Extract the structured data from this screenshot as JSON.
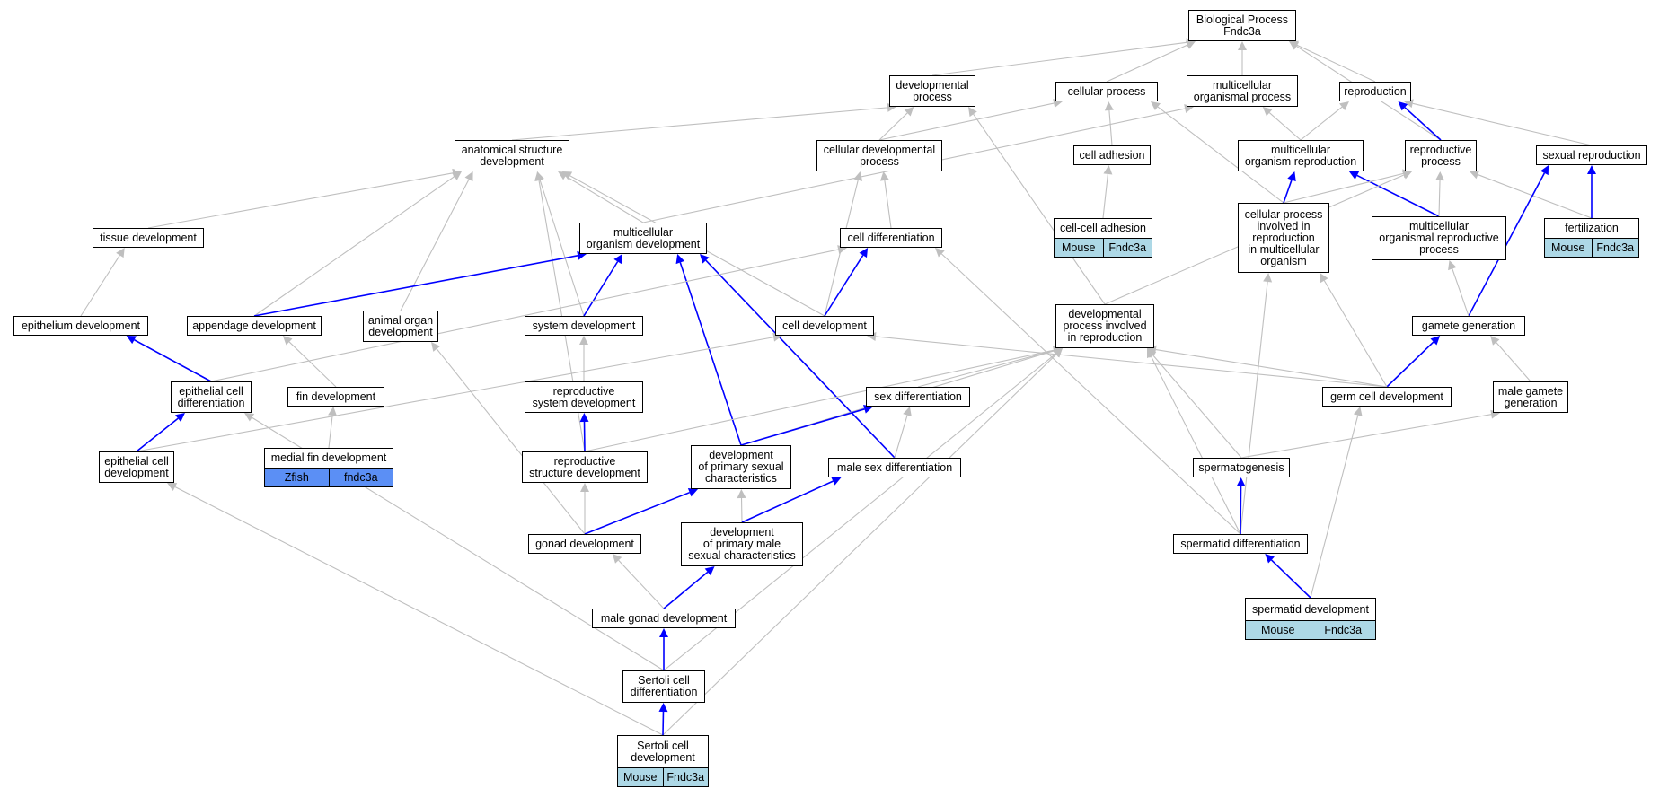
{
  "colors": {
    "is_a_edge": "#bfbfbf",
    "highlight_edge": "#0000ff",
    "mouse_annotation": "#add8e6",
    "zfish_annotation": "#5b8ff5"
  },
  "nodes": {
    "bp": {
      "label": "Biological Process\nFndc3a"
    },
    "dev_proc": {
      "label": "developmental\nprocess"
    },
    "cell_proc": {
      "label": "cellular process"
    },
    "multi_org_proc": {
      "label": "multicellular\norganismal process"
    },
    "reproduction": {
      "label": "reproduction"
    },
    "anat_struct_dev": {
      "label": "anatomical structure\ndevelopment"
    },
    "cell_dev_proc": {
      "label": "cellular developmental\nprocess"
    },
    "cell_adhesion": {
      "label": "cell adhesion"
    },
    "multi_org_repro": {
      "label": "multicellular\norganism reproduction"
    },
    "repro_proc": {
      "label": "reproductive\nprocess"
    },
    "sexual_repro": {
      "label": "sexual reproduction"
    },
    "tissue_dev": {
      "label": "tissue development"
    },
    "multi_org_dev": {
      "label": "multicellular\norganism development"
    },
    "cell_diff": {
      "label": "cell differentiation"
    },
    "cc_adhesion": {
      "label": "cell-cell adhesion",
      "ann": [
        "Mouse",
        "Fndc3a"
      ]
    },
    "cell_proc_repro": {
      "label": "cellular process\ninvolved in\nreproduction\nin multicellular\norganism"
    },
    "multi_org_repro_proc": {
      "label": "multicellular\norganismal reproductive\nprocess"
    },
    "fertilization": {
      "label": "fertilization",
      "ann": [
        "Mouse",
        "Fndc3a"
      ]
    },
    "epith_dev": {
      "label": "epithelium development"
    },
    "append_dev": {
      "label": "appendage development"
    },
    "animal_organ_dev": {
      "label": "animal organ\ndevelopment"
    },
    "system_dev": {
      "label": "system development"
    },
    "cell_dev": {
      "label": "cell development"
    },
    "dev_proc_repro": {
      "label": "developmental\nprocess involved\nin reproduction"
    },
    "gamete_gen": {
      "label": "gamete generation"
    },
    "epith_cell_diff": {
      "label": "epithelial cell\ndifferentiation"
    },
    "fin_dev": {
      "label": "fin development"
    },
    "repro_sys_dev": {
      "label": "reproductive\nsystem development"
    },
    "sex_diff": {
      "label": "sex differentiation"
    },
    "germ_cell_dev": {
      "label": "germ cell development"
    },
    "male_gamete_gen": {
      "label": "male gamete\ngeneration"
    },
    "medial_fin_dev": {
      "label": "medial fin development",
      "ann": [
        "Zfish",
        "fndc3a"
      ],
      "ann_style": "zfish"
    },
    "epith_cell_dev": {
      "label": "epithelial cell\ndevelopment"
    },
    "repro_struct_dev": {
      "label": "reproductive\nstructure development"
    },
    "dev_primary_sex": {
      "label": "development\nof primary sexual\ncharacteristics"
    },
    "male_sex_diff": {
      "label": "male sex differentiation"
    },
    "spermatogenesis": {
      "label": "spermatogenesis"
    },
    "gonad_dev": {
      "label": "gonad development"
    },
    "dev_primary_male": {
      "label": "development\nof primary male\nsexual characteristics"
    },
    "spermatid_diff": {
      "label": "spermatid differentiation"
    },
    "spermatid_dev": {
      "label": "spermatid development",
      "ann": [
        "Mouse",
        "Fndc3a"
      ]
    },
    "male_gonad_dev": {
      "label": "male gonad development"
    },
    "sertoli_diff": {
      "label": "Sertoli cell\ndifferentiation"
    },
    "sertoli_dev": {
      "label": "Sertoli cell\ndevelopment",
      "ann": [
        "Mouse",
        "Fndc3a"
      ]
    }
  },
  "edges": [
    [
      "dev_proc",
      "bp",
      0
    ],
    [
      "cell_proc",
      "bp",
      0
    ],
    [
      "multi_org_proc",
      "bp",
      0
    ],
    [
      "reproduction",
      "bp",
      0
    ],
    [
      "repro_proc",
      "bp",
      0
    ],
    [
      "anat_struct_dev",
      "dev_proc",
      0
    ],
    [
      "cell_dev_proc",
      "dev_proc",
      0
    ],
    [
      "cell_dev_proc",
      "cell_proc",
      0
    ],
    [
      "cell_adhesion",
      "cell_proc",
      0
    ],
    [
      "cell_proc_repro",
      "cell_proc",
      0
    ],
    [
      "multi_org_repro",
      "multi_org_proc",
      0
    ],
    [
      "multi_org_dev",
      "multi_org_proc",
      0
    ],
    [
      "multi_org_repro",
      "reproduction",
      0
    ],
    [
      "repro_proc",
      "reproduction",
      1
    ],
    [
      "sexual_repro",
      "reproduction",
      0
    ],
    [
      "tissue_dev",
      "anat_struct_dev",
      0
    ],
    [
      "append_dev",
      "anat_struct_dev",
      0
    ],
    [
      "animal_organ_dev",
      "anat_struct_dev",
      0
    ],
    [
      "system_dev",
      "anat_struct_dev",
      0
    ],
    [
      "multi_org_dev",
      "anat_struct_dev",
      0
    ],
    [
      "cell_dev",
      "anat_struct_dev",
      0
    ],
    [
      "repro_struct_dev",
      "anat_struct_dev",
      0
    ],
    [
      "cell_diff",
      "cell_dev_proc",
      0
    ],
    [
      "cell_dev",
      "cell_dev_proc",
      0
    ],
    [
      "cc_adhesion",
      "cell_adhesion",
      0
    ],
    [
      "cell_proc_repro",
      "multi_org_repro",
      1
    ],
    [
      "multi_org_repro_proc",
      "multi_org_repro",
      1
    ],
    [
      "multi_org_repro_proc",
      "repro_proc",
      0
    ],
    [
      "dev_proc_repro",
      "repro_proc",
      0
    ],
    [
      "fertilization",
      "repro_proc",
      0
    ],
    [
      "cell_proc_repro",
      "repro_proc",
      0
    ],
    [
      "fertilization",
      "sexual_repro",
      1
    ],
    [
      "gamete_gen",
      "sexual_repro",
      1
    ],
    [
      "epith_dev",
      "tissue_dev",
      0
    ],
    [
      "append_dev",
      "multi_org_dev",
      1
    ],
    [
      "system_dev",
      "multi_org_dev",
      1
    ],
    [
      "dev_primary_sex",
      "multi_org_dev",
      1
    ],
    [
      "male_sex_diff",
      "multi_org_dev",
      1
    ],
    [
      "cell_dev",
      "cell_diff",
      1
    ],
    [
      "epith_cell_diff",
      "cell_diff",
      0
    ],
    [
      "spermatid_diff",
      "cell_diff",
      0
    ],
    [
      "gamete_gen",
      "multi_org_repro_proc",
      0
    ],
    [
      "epith_cell_diff",
      "epith_dev",
      1
    ],
    [
      "fin_dev",
      "append_dev",
      0
    ],
    [
      "gonad_dev",
      "animal_organ_dev",
      0
    ],
    [
      "repro_sys_dev",
      "system_dev",
      0
    ],
    [
      "epith_cell_dev",
      "cell_dev",
      0
    ],
    [
      "germ_cell_dev",
      "cell_dev",
      0
    ],
    [
      "dev_proc_repro",
      "dev_proc",
      0
    ],
    [
      "sex_diff",
      "dev_proc_repro",
      0
    ],
    [
      "germ_cell_dev",
      "dev_proc_repro",
      0
    ],
    [
      "spermatogenesis",
      "dev_proc_repro",
      0
    ],
    [
      "spermatid_diff",
      "dev_proc_repro",
      0
    ],
    [
      "sertoli_diff",
      "dev_proc_repro",
      0
    ],
    [
      "sertoli_dev",
      "dev_proc_repro",
      0
    ],
    [
      "repro_struct_dev",
      "dev_proc_repro",
      0
    ],
    [
      "dev_primary_sex",
      "dev_proc_repro",
      0
    ],
    [
      "germ_cell_dev",
      "gamete_gen",
      1
    ],
    [
      "germ_cell_dev",
      "cell_proc_repro",
      0
    ],
    [
      "spermatid_diff",
      "cell_proc_repro",
      0
    ],
    [
      "male_gamete_gen",
      "gamete_gen",
      0
    ],
    [
      "epith_cell_dev",
      "epith_cell_diff",
      1
    ],
    [
      "sertoli_diff",
      "epith_cell_diff",
      0
    ],
    [
      "medial_fin_dev",
      "fin_dev",
      0
    ],
    [
      "repro_struct_dev",
      "repro_sys_dev",
      1
    ],
    [
      "dev_primary_sex",
      "sex_diff",
      1
    ],
    [
      "male_sex_diff",
      "sex_diff",
      0
    ],
    [
      "spermatid_dev",
      "germ_cell_dev",
      0
    ],
    [
      "spermatogenesis",
      "male_gamete_gen",
      0
    ],
    [
      "sertoli_dev",
      "epith_cell_dev",
      0
    ],
    [
      "gonad_dev",
      "repro_struct_dev",
      0
    ],
    [
      "gonad_dev",
      "dev_primary_sex",
      1
    ],
    [
      "dev_primary_male",
      "dev_primary_sex",
      0
    ],
    [
      "dev_primary_male",
      "male_sex_diff",
      1
    ],
    [
      "spermatid_diff",
      "spermatogenesis",
      1
    ],
    [
      "male_gonad_dev",
      "gonad_dev",
      0
    ],
    [
      "male_gonad_dev",
      "dev_primary_male",
      1
    ],
    [
      "spermatid_dev",
      "spermatid_diff",
      1
    ],
    [
      "sertoli_diff",
      "male_gonad_dev",
      1
    ],
    [
      "sertoli_dev",
      "sertoli_diff",
      1
    ]
  ]
}
